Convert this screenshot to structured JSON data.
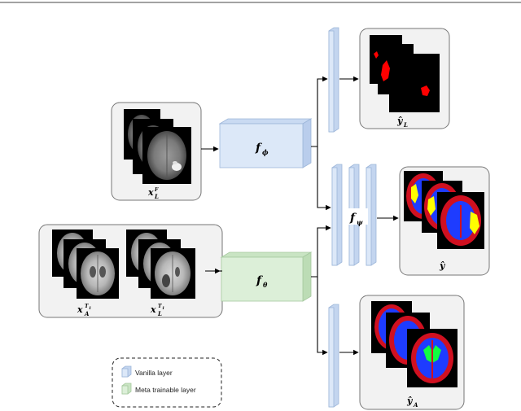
{
  "diagram": {
    "inputs": {
      "flair_label": "x",
      "flair_sub": "L",
      "flair_sup": "F",
      "t1_atlas_label": "x",
      "t1_atlas_sub": "A",
      "t1_atlas_sup": "T",
      "t1_atlas_sup2": "1",
      "t1_lesion_label": "x",
      "t1_lesion_sub": "L",
      "t1_lesion_sup": "T",
      "t1_lesion_sup2": "1"
    },
    "blocks": {
      "f_phi": "f",
      "f_phi_sub": "ϕ",
      "f_theta": "f",
      "f_theta_sub": "θ",
      "f_psi": "f",
      "f_psi_sub": "ψ"
    },
    "outputs": {
      "lesion_hat": "ŷ",
      "lesion_sub": "L",
      "tissue_hat": "ŷ",
      "atlas_hat": "ŷ",
      "atlas_sub": "A"
    },
    "legend": {
      "vanilla": "Vanilla layer",
      "meta": "Meta trainable layer"
    },
    "colors": {
      "vanilla_fill": "#dce8f8",
      "vanilla_stroke": "#9db6d9",
      "meta_fill": "#dcefd8",
      "meta_stroke": "#a6c99f",
      "lesion_red": "#ff0000",
      "tissue_red": "#d01020",
      "tissue_blue": "#1e3cff",
      "tissue_yellow": "#ffff00",
      "atlas_green": "#10ff40"
    }
  }
}
